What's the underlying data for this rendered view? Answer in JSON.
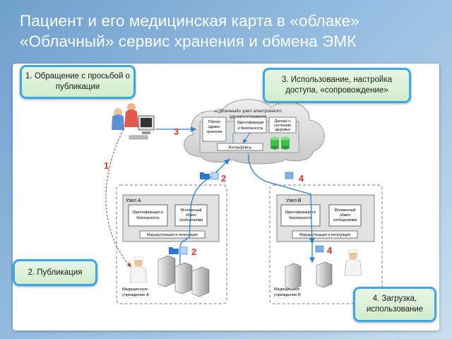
{
  "title_line1": "Пациент и его медицинская карта в «облаке»",
  "title_line2": "«Облачный» сервис хранения и обмена ЭМК",
  "callouts": {
    "c1": "1. Обращение с просьбой о публикации",
    "c2": "2. Публикация",
    "c3": "3. Использование, настройка доступа, «сопровождение»",
    "c4": "4. Загрузка, использование"
  },
  "cloud": {
    "title_line1": "«Облачный» узел электронного",
    "title_line2": "здравоохранения",
    "portal": [
      "Портал",
      "здраво-",
      "хранения"
    ],
    "ident": [
      "Идентификация",
      "и безопасность"
    ],
    "data_state": [
      "Данные о",
      "состоянии",
      "здоровья"
    ],
    "interfaces": "Интерфейсы"
  },
  "node_a": {
    "title": "Узел А",
    "ident": [
      "Идентификация и",
      "безопасность"
    ],
    "messages": [
      "Мгновенный",
      "обмен",
      "сообщениями"
    ],
    "routing": "Маршрутизация и интеграция",
    "institution": [
      "Медицинское",
      "учреждение А"
    ]
  },
  "node_b": {
    "title": "Узел В",
    "ident": [
      "Идентификация и",
      "безопасность"
    ],
    "messages": [
      "Мгновенный",
      "обмен",
      "сообщениями"
    ],
    "routing": "Маршрутизация и интеграция",
    "institution": [
      "Медицинское",
      "учреждение В"
    ]
  },
  "step_numbers": {
    "s1": "1",
    "s2a": "2",
    "s2b": "2",
    "s3": "3",
    "s4a": "4",
    "s4b": "4"
  },
  "colors": {
    "step_number": "#d93a2b",
    "arrow": "#2f7ec9",
    "callout_border": "#3fa5e6",
    "db": "#3fbf4a"
  }
}
